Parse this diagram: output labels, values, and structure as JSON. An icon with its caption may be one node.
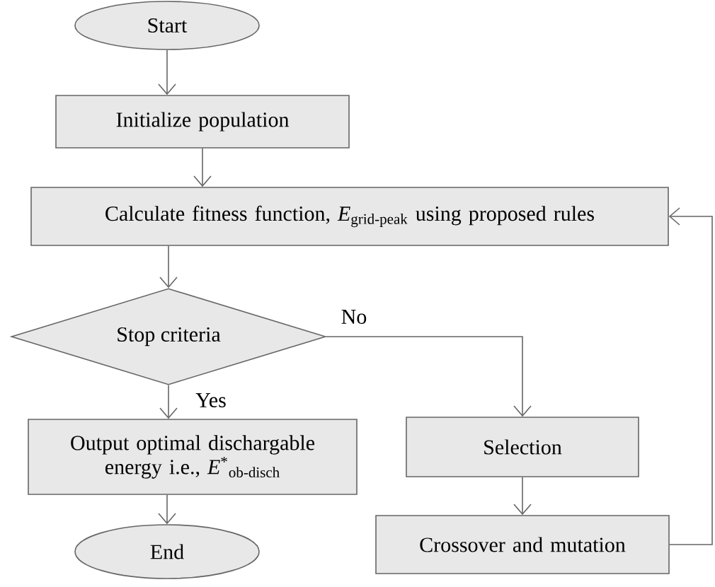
{
  "diagram": {
    "nodes": [
      {
        "text": [
          "Start"
        ]
      },
      {
        "text": [
          "Initialize population"
        ]
      },
      {
        "text": [
          "Calculate fitness function, *E*$_{grid-peak}$ using proposed rules"
        ]
      },
      {
        "text": [
          "Stop criteria"
        ]
      },
      {
        "text": [
          "Output optimal dischargable energy i.e., *E*$^{*}$$_{ob-disch}$"
        ]
      },
      {
        "text": [
          "Selection"
        ]
      },
      {
        "text": [
          "Crossover and mutation"
        ]
      },
      {
        "text": [
          "End"
        ]
      }
    ],
    "edges": [
      {
        "from": 0,
        "to": 1,
        "arrow": "to"
      },
      {
        "from": 1,
        "to": 2,
        "arrow": "to"
      },
      {
        "from": 2,
        "to": 3,
        "arrow": "to"
      },
      {
        "from": 3,
        "to": 4,
        "arrow": "to",
        "label": "Yes"
      },
      {
        "from": 4,
        "to": 7,
        "arrow": "to"
      },
      {
        "from": 3,
        "to": 5,
        "arrow": "to",
        "label": "No"
      },
      {
        "from": 5,
        "to": 6,
        "arrow": "to"
      },
      {
        "from": 6,
        "to": 2,
        "arrow": "to"
      }
    ]
  }
}
